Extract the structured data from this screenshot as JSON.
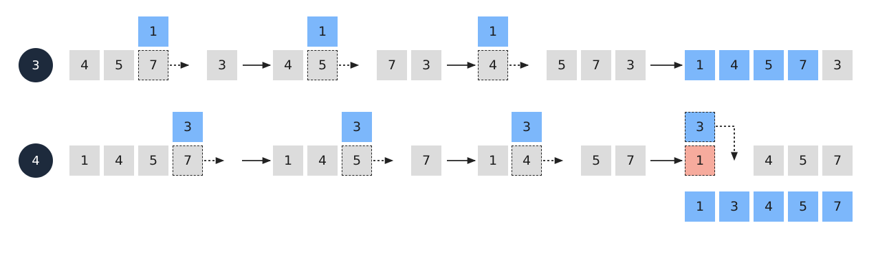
{
  "colors": {
    "gray": "#dcdcdc",
    "blue": "#7cb7fb",
    "red": "#f6ab9d",
    "badge": "#1d2a3c"
  },
  "rows": [
    {
      "step": "3",
      "floating": [
        "1",
        "1",
        "1"
      ],
      "cells": [
        "4",
        "5",
        "7",
        "3",
        "4",
        "5",
        "7",
        "3",
        "4",
        "5",
        "7",
        "3",
        "1",
        "4",
        "5",
        "7",
        "3"
      ]
    },
    {
      "step": "4",
      "floating": [
        "3",
        "3",
        "3",
        "3"
      ],
      "cells": [
        "1",
        "4",
        "5",
        "7",
        "1",
        "4",
        "5",
        "7",
        "1",
        "4",
        "5",
        "7",
        "1",
        "4",
        "5",
        "7"
      ],
      "result": [
        "1",
        "3",
        "4",
        "5",
        "7"
      ]
    }
  ]
}
